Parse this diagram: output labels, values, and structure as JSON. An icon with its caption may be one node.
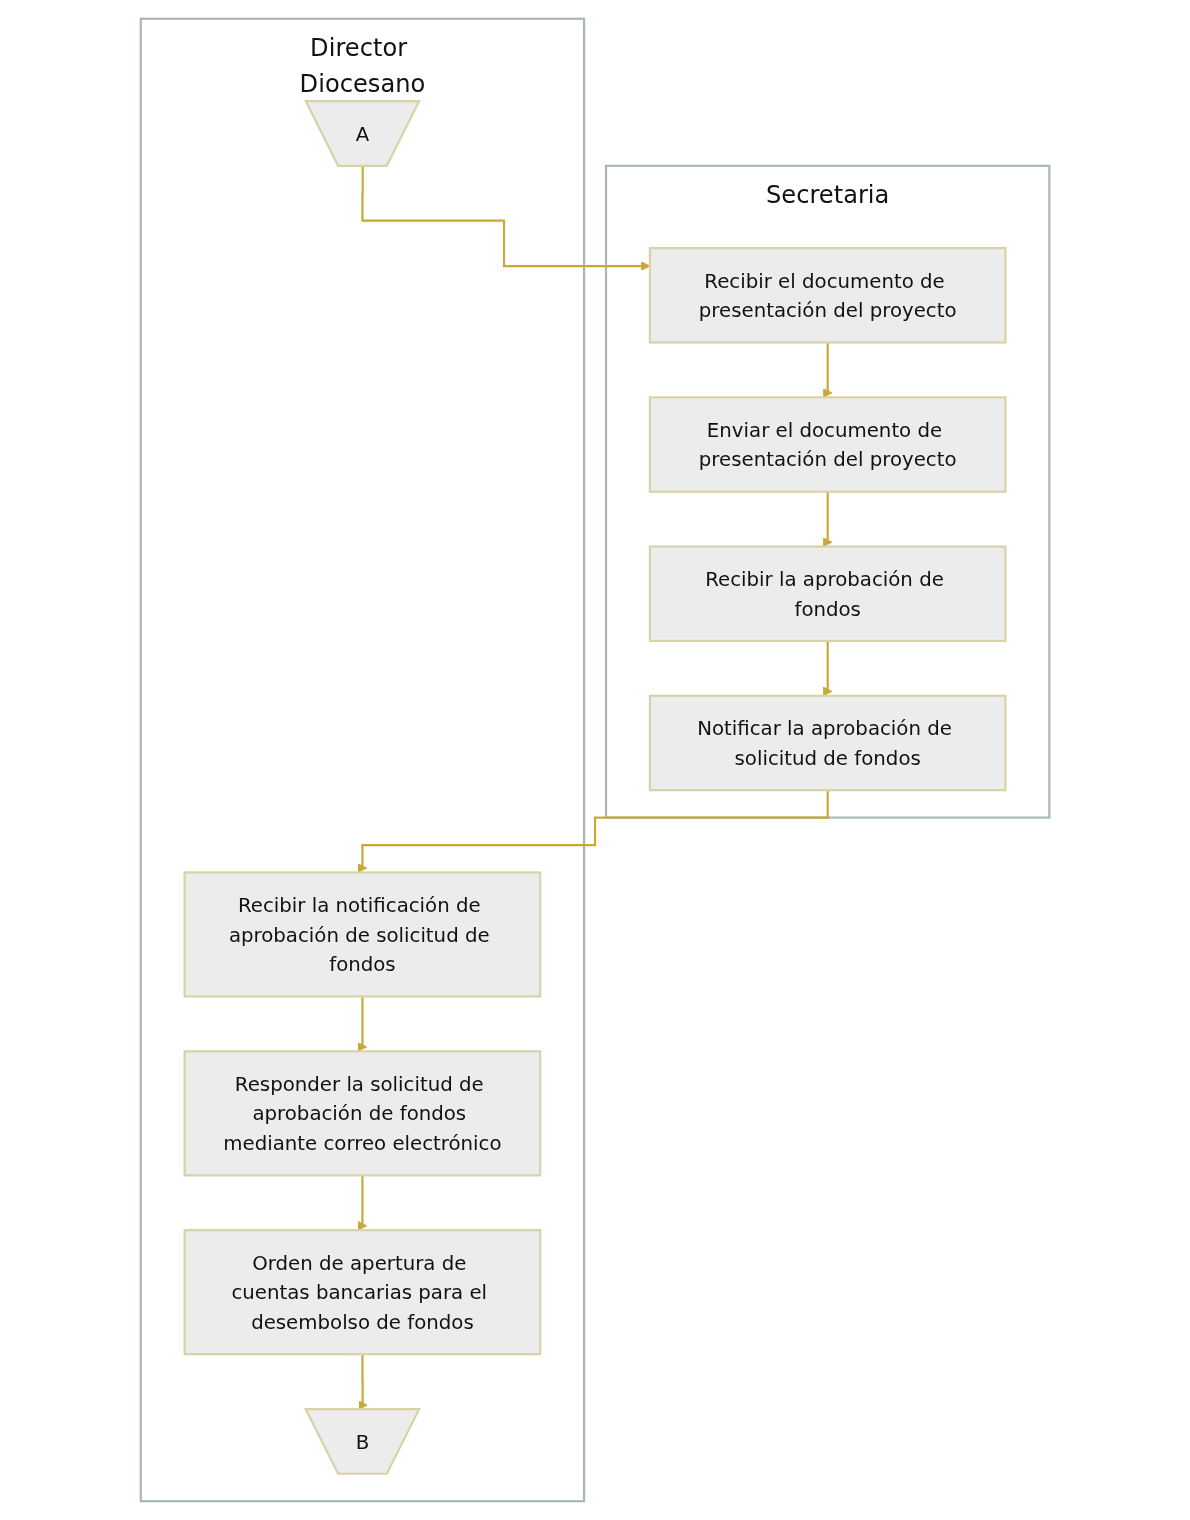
{
  "diagram": {
    "nodes": [
      {
        "text": [
          "Director Diocesano"
        ]
      },
      {
        "text": [
          "A"
        ],
        "in": 0
      },
      {
        "text": [
          "Recibir la notificación de aprobación de solicitud de fondos"
        ],
        "in": 0
      },
      {
        "text": [
          "Responder la solicitud de aprobación de fondos mediante correo electrónico"
        ],
        "in": 0
      },
      {
        "text": [
          "Orden de apertura de cuentas bancarias para el desembolso de fondos"
        ],
        "in": 0
      },
      {
        "text": [
          "B"
        ],
        "in": 0
      },
      {
        "text": [
          "Secretaria"
        ]
      },
      {
        "text": [
          "Recibir el documento de presentación del proyecto"
        ],
        "in": 6
      },
      {
        "text": [
          "Enviar el documento de presentación del proyecto"
        ],
        "in": 6
      },
      {
        "text": [
          "Recibir la aprobación de fondos"
        ],
        "in": 6
      },
      {
        "text": [
          "Notificar la aprobación de solicitud de fondos"
        ],
        "in": 6
      }
    ],
    "edges": [
      {
        "from": 1,
        "to": 7,
        "arrow": "to"
      },
      {
        "from": 7,
        "to": 8,
        "arrow": "to"
      },
      {
        "from": 8,
        "to": 9,
        "arrow": "to"
      },
      {
        "from": 9,
        "to": 10,
        "arrow": "to"
      },
      {
        "from": 10,
        "to": 2,
        "arrow": "to"
      },
      {
        "from": 2,
        "to": 3,
        "arrow": "to"
      },
      {
        "from": 3,
        "to": 4,
        "arrow": "to"
      },
      {
        "from": 4,
        "to": 5,
        "arrow": "to"
      }
    ]
  }
}
